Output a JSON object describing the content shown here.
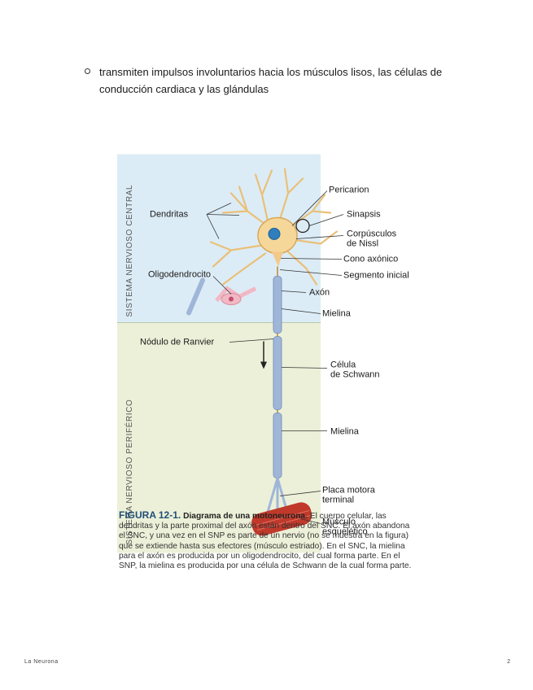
{
  "bullet": {
    "text": "transmiten impulsos involuntarios hacia los músculos lisos, las células de conducción cardiaca y las glándulas"
  },
  "figure": {
    "region_labels": {
      "central": "SISTEMA NERVIOSO CENTRAL",
      "peripheral": "SISTEMA NERVIOSO PERIFÉRICO"
    },
    "labels": {
      "dendritas": "Dendritas",
      "pericarion": "Pericarion",
      "sinapsis": "Sinapsis",
      "corpusculos_1": "Corpúsculos",
      "corpusculos_2": "de Nissl",
      "cono": "Cono axónico",
      "segmento": "Segmento inicial",
      "axon": "Axón",
      "oligo": "Oligodendrocito",
      "mielina_top": "Mielina",
      "ranvier": "Nódulo de Ranvier",
      "schwann_1": "Célula",
      "schwann_2": "de Schwann",
      "mielina_bottom": "Mielina",
      "placa_1": "Placa motora",
      "placa_2": "terminal",
      "musculo_1": "Músculo",
      "musculo_2": "esquelético"
    },
    "caption": {
      "figure_number": "FIGURA 12-1.",
      "title": "Diagrama de una motoneurona.",
      "body": "El cuerpo celular, las dendritas y la parte proximal del axón están dentro del SNC. El axón abandona el SNC, y una vez en el SNP es parte de un nervio (no se muestra en la figura) que se extiende hasta sus efectores (músculo estriado). En el SNC, la mielina para el axón es producida por un oligodendrocito, del cual forma parte. En el SNP, la mielina es producida por una célula de Schwann de la cual forma parte."
    }
  },
  "footer": {
    "title": "La Neurona",
    "page": "2"
  },
  "colors": {
    "cns_background": "#dcecf6",
    "pns_background": "#ecf0d8",
    "neuron_body": "#f6d79a",
    "nucleus": "#2f7fbf",
    "myelin": "#9fb6d8",
    "oligodendrocyte": "#f2b8c4",
    "muscle": "#c0392b",
    "caption_label": "#1f4e79"
  }
}
